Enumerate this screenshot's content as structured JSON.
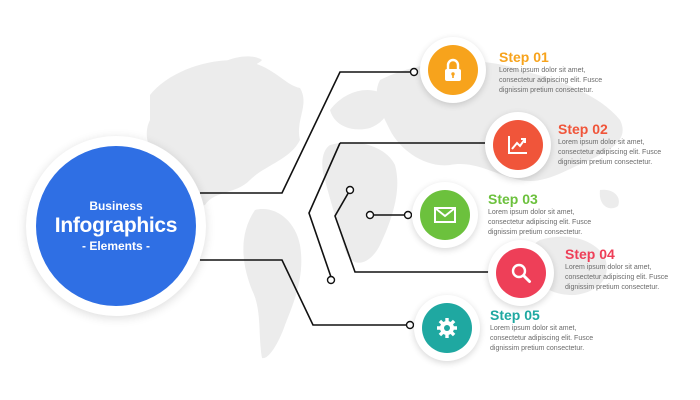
{
  "hub": {
    "line1": "Business",
    "line2": "Infographics",
    "line3": "- Elements -",
    "color": "#2f6fe4"
  },
  "steps": [
    {
      "title": "Step 01",
      "color": "#f7a31c",
      "icon": "lock-icon",
      "desc": [
        "Lorem ipsum dolor sit amet,",
        "consectetur adipiscing elit. Fusce",
        "dignissim pretium consectetur."
      ]
    },
    {
      "title": "Step 02",
      "color": "#f0553a",
      "icon": "chart-icon",
      "desc": [
        "Lorem ipsum dolor sit amet,",
        "consectetur adipiscing elit. Fusce",
        "dignissim pretium consectetur."
      ]
    },
    {
      "title": "Step 03",
      "color": "#6cc13d",
      "icon": "mail-icon",
      "desc": [
        "Lorem ipsum dolor sit amet,",
        "consectetur adipiscing elit. Fusce",
        "dignissim pretium consectetur."
      ]
    },
    {
      "title": "Step 04",
      "color": "#ee3f58",
      "icon": "search-icon",
      "desc": [
        "Lorem ipsum dolor sit amet,",
        "consectetur adipiscing elit. Fusce",
        "dignissim pretium consectetur."
      ]
    },
    {
      "title": "Step 05",
      "color": "#1fa8a1",
      "icon": "gear-icon",
      "desc": [
        "Lorem ipsum dolor sit amet,",
        "consectetur adipiscing elit. Fusce",
        "dignissim pretium consectetur."
      ]
    }
  ],
  "colors": {
    "line": "#111111",
    "map": "#ececec",
    "text_gray": "#6b6b6b"
  }
}
